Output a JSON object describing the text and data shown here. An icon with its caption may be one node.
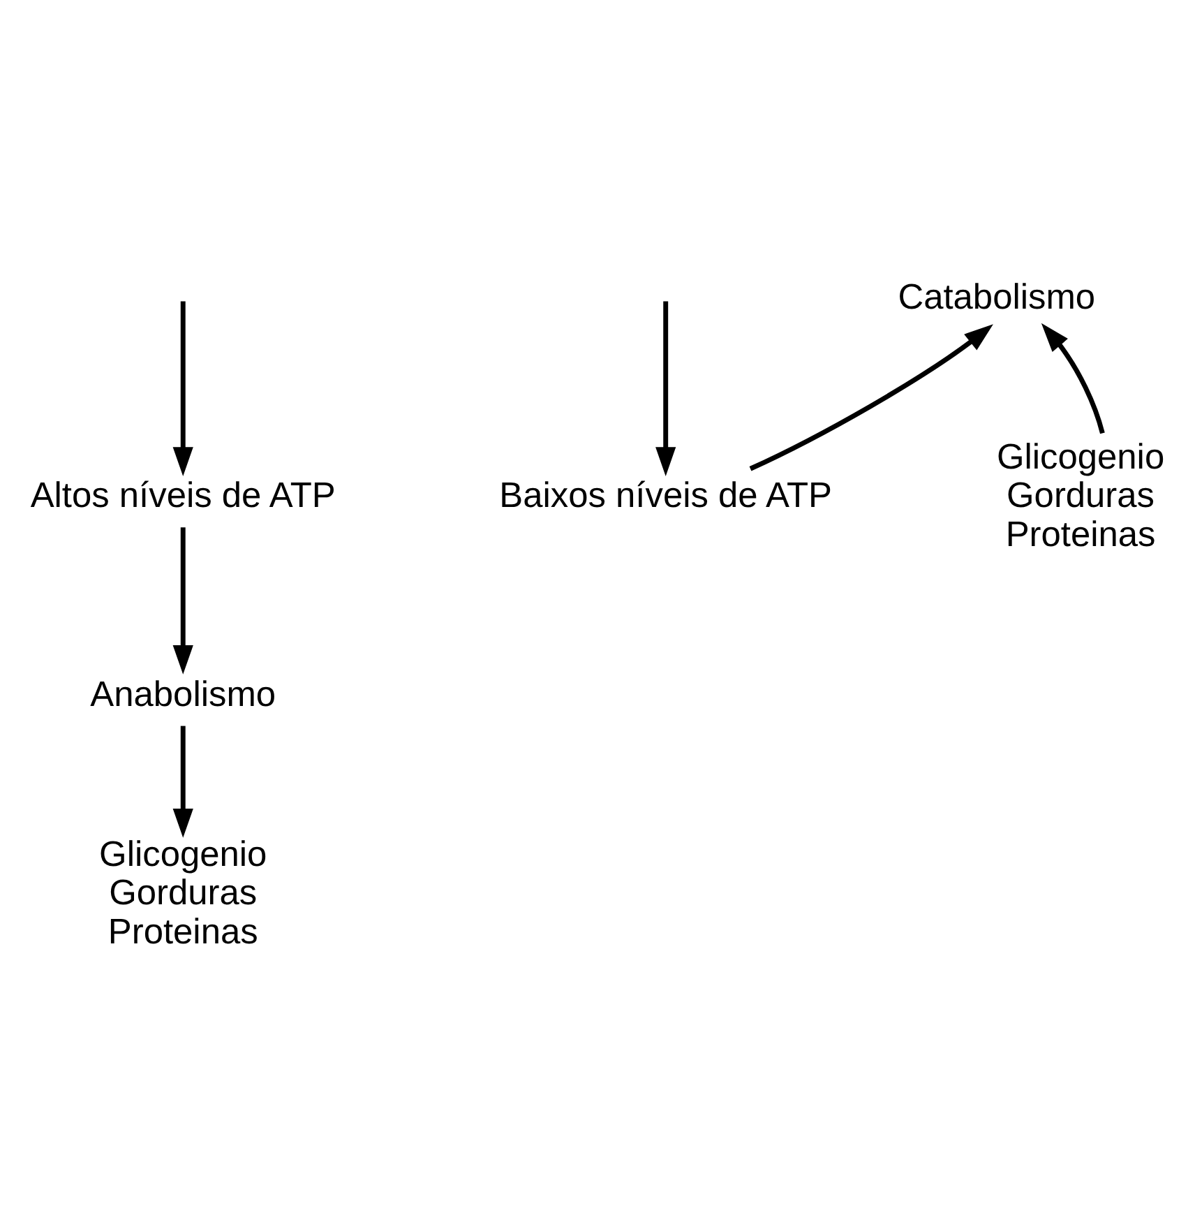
{
  "diagram": {
    "nodes": [
      {
        "text": [
          "Altos níveis de ATP"
        ]
      },
      {
        "text": [
          "Baixos níveis de ATP"
        ]
      },
      {
        "text": [
          "Anabolismo"
        ]
      },
      {
        "text": [
          "Catabolismo"
        ]
      },
      {
        "text": [
          "Glicogenio",
          "Gorduras",
          "Proteinas"
        ]
      },
      {
        "text": [
          "Glicogenio",
          "Gorduras",
          "Proteinas"
        ]
      }
    ],
    "edges": [
      {
        "from": null,
        "to": 0,
        "arrow": "to"
      },
      {
        "from": null,
        "to": 1,
        "arrow": "to"
      },
      {
        "from": 0,
        "to": 2,
        "arrow": "to"
      },
      {
        "from": 1,
        "to": 3,
        "arrow": "to"
      },
      {
        "from": 2,
        "to": 4,
        "arrow": "to"
      },
      {
        "from": 5,
        "to": 3,
        "arrow": "to"
      }
    ]
  }
}
